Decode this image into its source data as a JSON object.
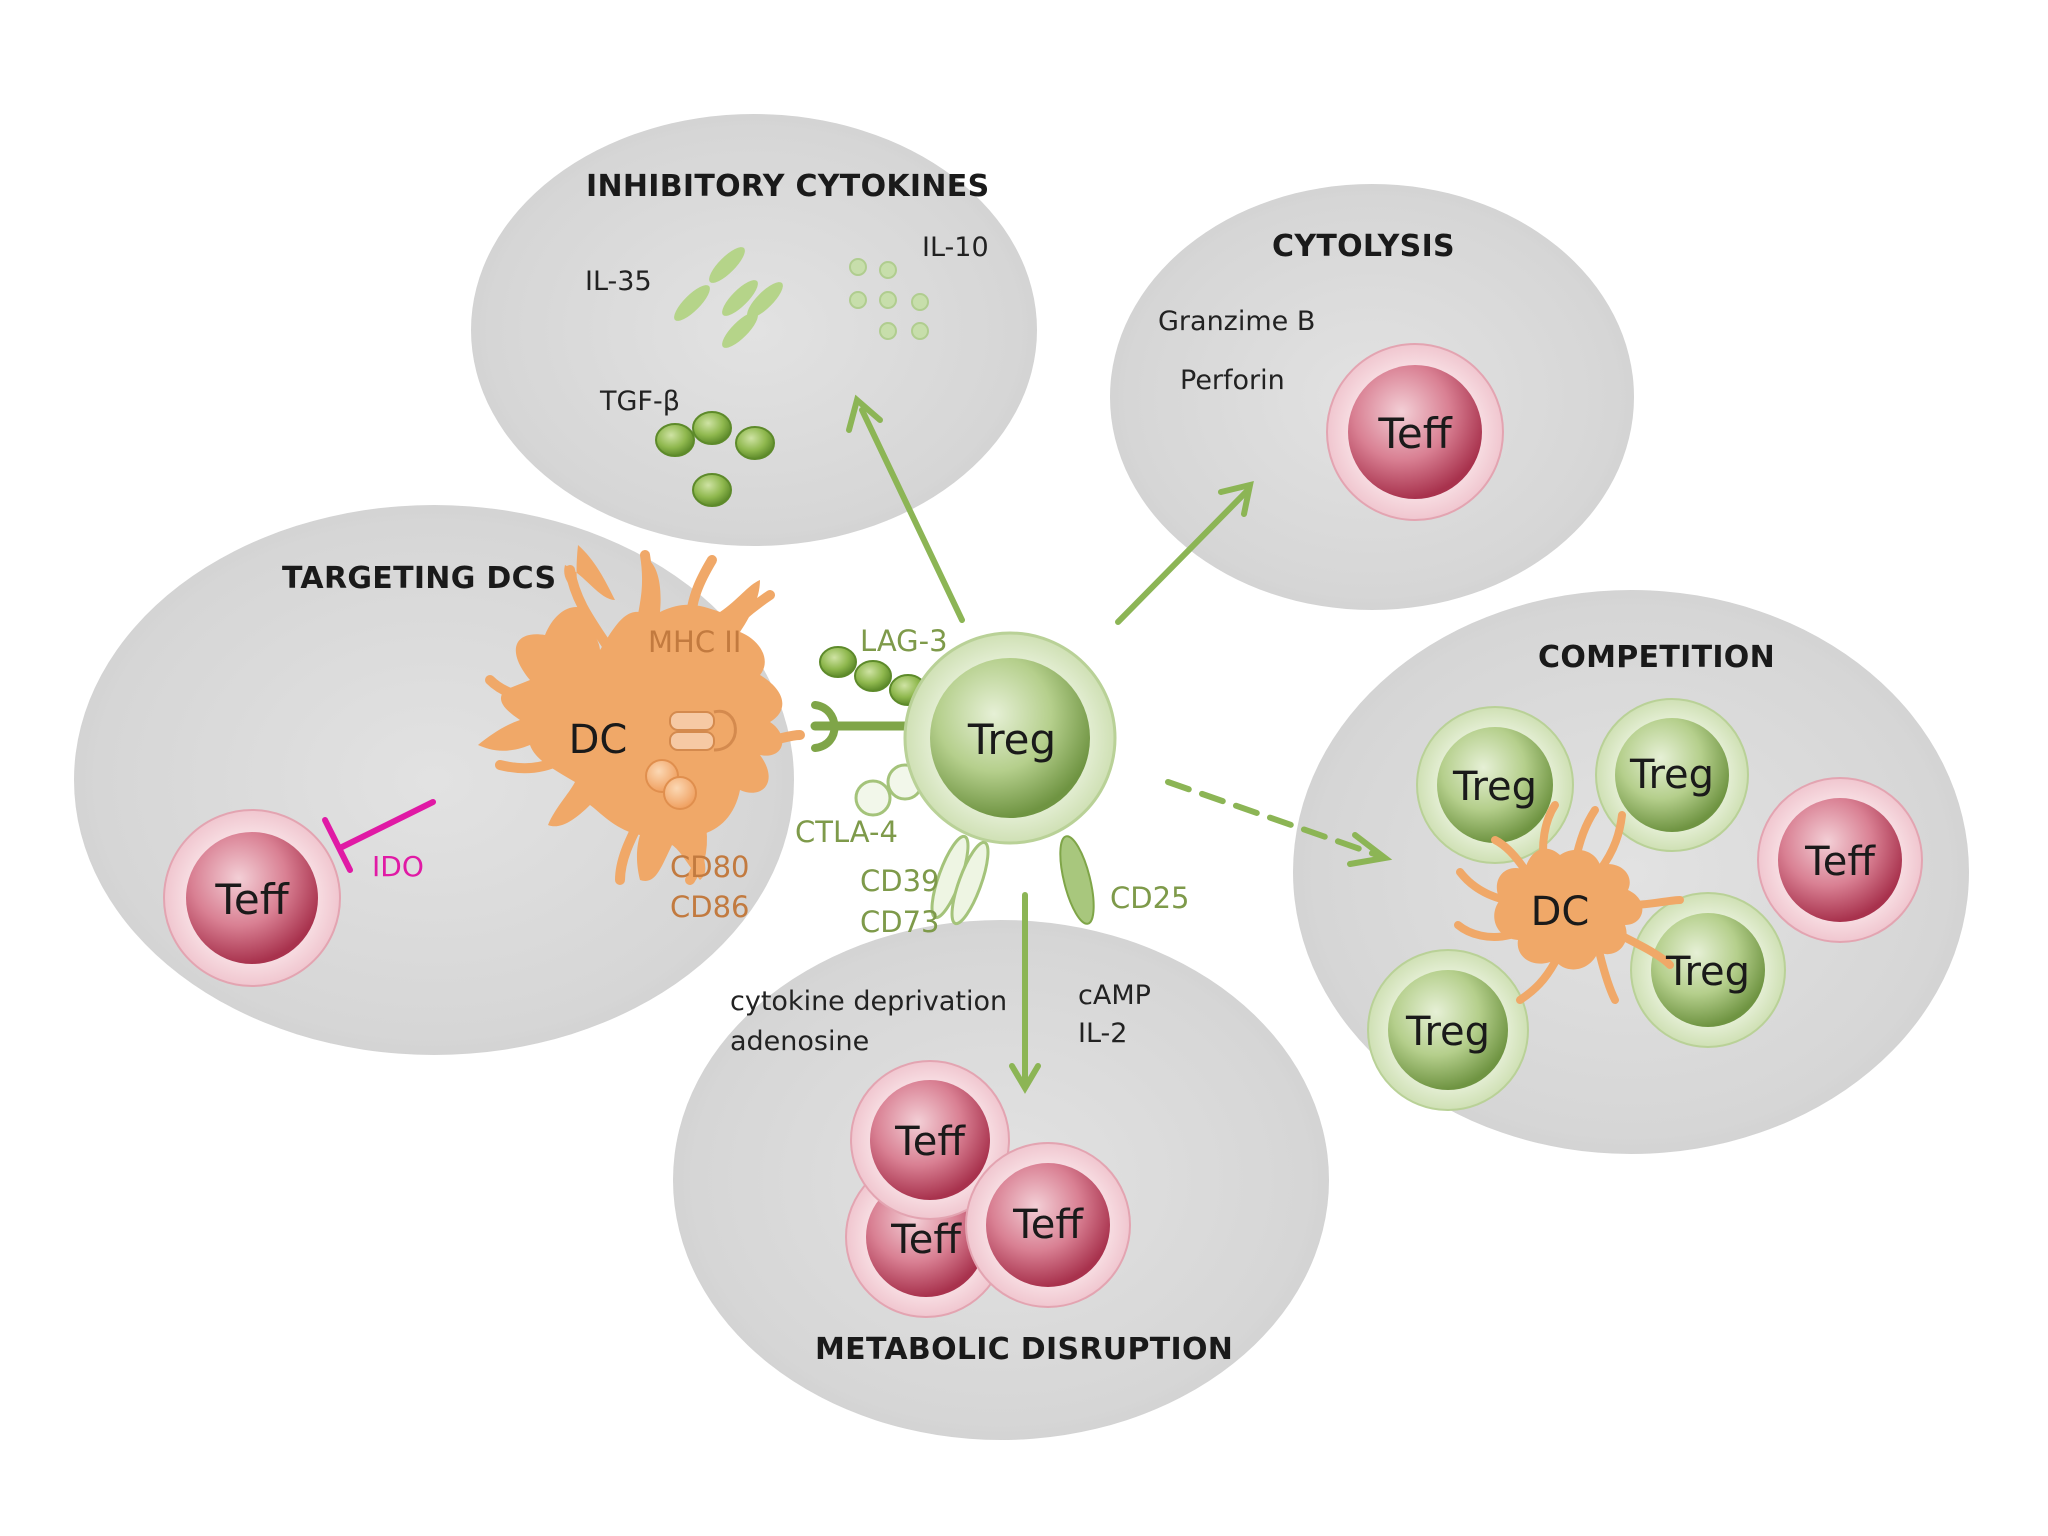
{
  "panels": {
    "inhibitory_cytokines": {
      "title": "INHIBITORY CYTOKINES",
      "il35": "IL-35",
      "il10": "IL-10",
      "tgfb": "TGF-β"
    },
    "cytolysis": {
      "title": "CYTOLYSIS",
      "granzime": "Granzime B",
      "perforin": "Perforin",
      "teff": "Teff"
    },
    "targeting_dcs": {
      "title": "TARGETING DCS",
      "dc": "DC",
      "mhc": "MHC II",
      "cd80": "CD80",
      "cd86": "CD86",
      "ido": "IDO",
      "teff": "Teff"
    },
    "competition": {
      "title": "COMPETITION",
      "treg_top_left": "Treg",
      "treg_top_right": "Treg",
      "teff": "Teff",
      "dc": "DC",
      "treg_right": "Treg",
      "treg_bottom_left": "Treg"
    },
    "metabolic_disruption": {
      "title": "METABOLIC DISRUPTION",
      "deprivation": "cytokine deprivation",
      "adenosine": "adenosine",
      "camp": "cAMP",
      "il2": "IL-2",
      "teff_top": "Teff",
      "teff_left": "Teff",
      "teff_right": "Teff"
    }
  },
  "center": {
    "treg": "Treg",
    "lag3": "LAG-3",
    "ctla4": "CTLA-4",
    "cd39": "CD39",
    "cd73": "CD73",
    "cd25": "CD25"
  },
  "colors": {
    "panel": "#d9d9d9",
    "arrow": "#8cb555",
    "dc": "#f0a868",
    "teff": "#c8506a",
    "treg": "#9fbf70",
    "inhibition": "#e01aa5"
  }
}
